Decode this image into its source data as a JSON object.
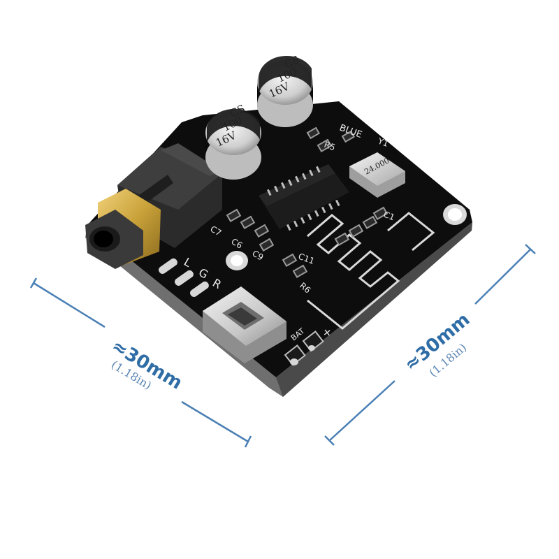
{
  "capacitors": [
    {
      "brand": "CS",
      "value": "100",
      "voltage": "16V"
    },
    {
      "brand": "CS",
      "value": "100",
      "voltage": "16V"
    }
  ],
  "silkscreen": {
    "blue": "BLUE",
    "r5": "R5",
    "y1": "Y1",
    "c1": "C1",
    "c11": "C11",
    "r6": "R6",
    "c9": "C9",
    "c7": "C7",
    "c6": "C6",
    "r_left": "L",
    "r_ground": "G",
    "r_right": "R",
    "bat": "BAT",
    "plus": "+"
  },
  "crystal_marking": "24.000",
  "dimensions": {
    "left": {
      "main": "≈30mm",
      "sub": "(1.18in)"
    },
    "right": {
      "main": "≈30mm",
      "sub": "(1.18in)"
    }
  },
  "colors": {
    "pcb": "#0d0d0d",
    "pcb_edge": "#3a3a3a",
    "dimension_line": "#4a7fb5",
    "gold": "#c9a23a"
  }
}
